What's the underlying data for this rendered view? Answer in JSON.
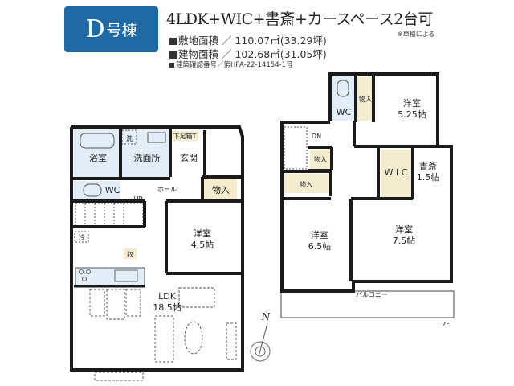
{
  "header": {
    "building_main": "D",
    "building_suffix": "号棟",
    "title": "4LDK+WIC+書斎+カースペース2台可",
    "note": "※車種による",
    "site_area_label": "敷地面積",
    "site_area_value": "／ 110.07㎡(33.29坪)",
    "floor_area_label": "建物面積",
    "floor_area_value": "／ 102.68㎡(31.05坪)",
    "permit_label": "建築確認番号",
    "permit_value": "／第HPA-22-14154-1号"
  },
  "colors": {
    "badge": "#2169a3",
    "wet_area": "#e3edf8",
    "storage": "#f3ecce",
    "wall": "#1a1a1a"
  },
  "floor1": {
    "bath": "浴室",
    "wash_machine": "洗",
    "washroom": "洗面所",
    "shoe_box": "下足箱T",
    "entrance": "玄関",
    "wc": "WC",
    "hall": "ホール",
    "up": "UP",
    "storage": "物入",
    "room_name": "洋室",
    "room_size": "4.5帖",
    "fridge": "冷",
    "pantry": "収",
    "ldk_name": "LDK",
    "ldk_size": "18.5帖"
  },
  "floor2": {
    "wc": "WC",
    "storage_a": "物入",
    "room1_name": "洋室",
    "room1_size": "5.25帖",
    "dn": "DN",
    "storage_b": "物入",
    "storage_c": "物入",
    "wic": "W I C",
    "study_name": "書斎",
    "study_size": "1.5帖",
    "room2_name": "洋室",
    "room2_size": "6.5帖",
    "room3_name": "洋室",
    "room3_size": "7.5帖",
    "balcony": "バルコニー",
    "floor_label": "2F"
  },
  "compass": {
    "north": "N"
  }
}
